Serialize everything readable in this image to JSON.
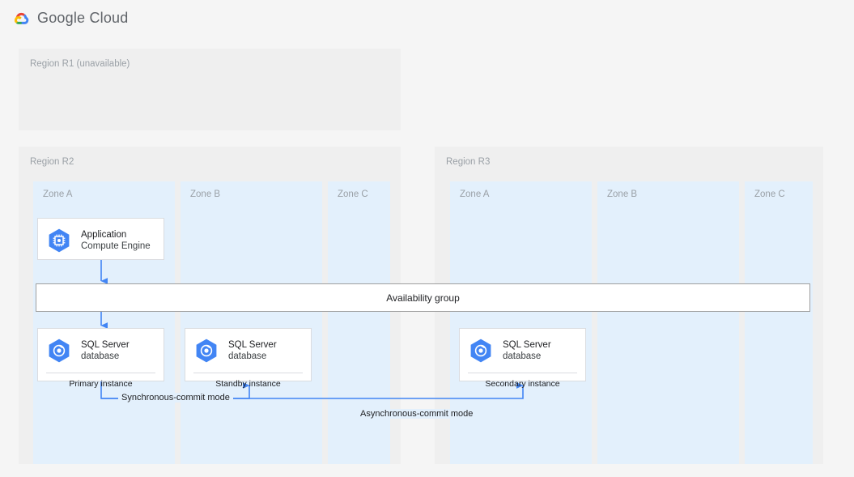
{
  "header": {
    "logo_icon": "google-cloud-logo-icon",
    "title": "Google Cloud"
  },
  "diagram": {
    "regions": [
      {
        "id": "r1",
        "label": "Region R1 (unavailable)",
        "zones": []
      },
      {
        "id": "r2",
        "label": "Region R2",
        "zones": [
          {
            "id": "a",
            "label": "Zone A"
          },
          {
            "id": "b",
            "label": "Zone B"
          },
          {
            "id": "c",
            "label": "Zone C"
          }
        ]
      },
      {
        "id": "r3",
        "label": "Region R3",
        "zones": [
          {
            "id": "a",
            "label": "Zone A"
          },
          {
            "id": "b",
            "label": "Zone B"
          },
          {
            "id": "c",
            "label": "Zone C"
          }
        ]
      }
    ],
    "cards": {
      "application": {
        "icon": "compute-engine-icon",
        "title": "Application",
        "subtitle": "Compute Engine"
      },
      "primary": {
        "icon": "sql-server-database-icon",
        "title": "SQL Server",
        "subtitle": "database",
        "footer": "Primary instance"
      },
      "standby": {
        "icon": "sql-server-database-icon",
        "title": "SQL Server",
        "subtitle": "database",
        "footer": "Standby instance"
      },
      "secondary": {
        "icon": "sql-server-database-icon",
        "title": "SQL Server",
        "subtitle": "database",
        "footer": "Secondary instance"
      }
    },
    "availability_group": {
      "label": "Availability group"
    },
    "connectors": [
      {
        "id": "sync",
        "label": "Synchronous-commit mode",
        "from": "primary",
        "to": "standby"
      },
      {
        "id": "async",
        "label": "Asynchronous-commit mode",
        "from": "primary",
        "to": "secondary"
      }
    ]
  },
  "colors": {
    "page_background": "#f5f5f5",
    "region_background": "#efefef",
    "zone_background": "#e3f0fc",
    "card_background": "#ffffff",
    "card_border": "#dadce0",
    "connector_blue": "#4285f4",
    "label_gray": "#9aa0a6",
    "text_primary": "#202124",
    "availability_border": "#9e9e9e"
  }
}
